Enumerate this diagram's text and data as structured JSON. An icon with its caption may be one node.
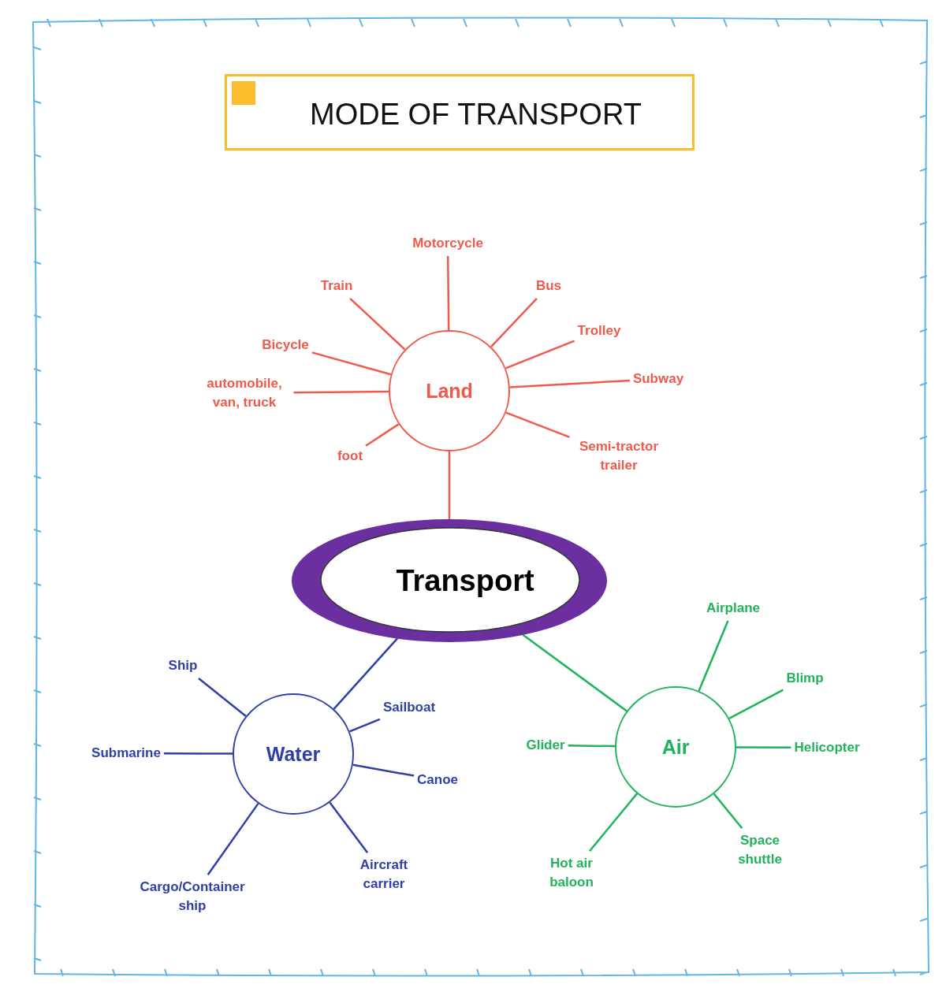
{
  "diagram": {
    "title": "MODE OF TRANSPORT",
    "nodes": [
      {
        "text": [
          "Transport"
        ]
      },
      {
        "text": [
          "Land"
        ]
      },
      {
        "text": [
          "Motorcycle"
        ]
      },
      {
        "text": [
          "Train"
        ]
      },
      {
        "text": [
          "Bus"
        ]
      },
      {
        "text": [
          "Bicycle"
        ]
      },
      {
        "text": [
          "Trolley"
        ]
      },
      {
        "text": [
          "automobile, van, truck"
        ]
      },
      {
        "text": [
          "Subway"
        ]
      },
      {
        "text": [
          "foot"
        ]
      },
      {
        "text": [
          "Semi-tractor trailer"
        ]
      },
      {
        "text": [
          "Water"
        ]
      },
      {
        "text": [
          "Ship"
        ]
      },
      {
        "text": [
          "Sailboat"
        ]
      },
      {
        "text": [
          "Submarine"
        ]
      },
      {
        "text": [
          "Canoe"
        ]
      },
      {
        "text": [
          "Aircraft carrier"
        ]
      },
      {
        "text": [
          "Cargo/Container ship"
        ]
      },
      {
        "text": [
          "Air"
        ]
      },
      {
        "text": [
          "Airplane"
        ]
      },
      {
        "text": [
          "Blimp"
        ]
      },
      {
        "text": [
          "Glider"
        ]
      },
      {
        "text": [
          "Helicopter"
        ]
      },
      {
        "text": [
          "Space shuttle"
        ]
      },
      {
        "text": [
          "Hot air baloon"
        ]
      }
    ],
    "edges": [
      {
        "from": 0,
        "to": 1,
        "arrow": "none"
      },
      {
        "from": 0,
        "to": 11,
        "arrow": "none",
        "color": "#2e3fa8"
      },
      {
        "from": 0,
        "to": 18,
        "arrow": "none",
        "color": "#1fb35a"
      },
      {
        "from": 1,
        "to": 2,
        "arrow": "none"
      },
      {
        "from": 1,
        "to": 3,
        "arrow": "none"
      },
      {
        "from": 1,
        "to": 4,
        "arrow": "none"
      },
      {
        "from": 1,
        "to": 5,
        "arrow": "none"
      },
      {
        "from": 1,
        "to": 6,
        "arrow": "none"
      },
      {
        "from": 1,
        "to": 7,
        "arrow": "none"
      },
      {
        "from": 1,
        "to": 8,
        "arrow": "none"
      },
      {
        "from": 1,
        "to": 9,
        "arrow": "none"
      },
      {
        "from": 1,
        "to": 10,
        "arrow": "none"
      },
      {
        "from": 11,
        "to": 12,
        "arrow": "none",
        "color": "#2e3fa8"
      },
      {
        "from": 11,
        "to": 13,
        "arrow": "none",
        "color": "#2e3fa8"
      },
      {
        "from": 11,
        "to": 14,
        "arrow": "none",
        "color": "#2e3fa8"
      },
      {
        "from": 11,
        "to": 15,
        "arrow": "none",
        "color": "#2e3fa8"
      },
      {
        "from": 11,
        "to": 16,
        "arrow": "none",
        "color": "#2e3fa8"
      },
      {
        "from": 11,
        "to": 17,
        "arrow": "none",
        "color": "#2e3fa8"
      },
      {
        "from": 18,
        "to": 19,
        "arrow": "none",
        "color": "#1fb35a"
      },
      {
        "from": 18,
        "to": 20,
        "arrow": "none",
        "color": "#1fb35a"
      },
      {
        "from": 18,
        "to": 21,
        "arrow": "none",
        "color": "#1fb35a"
      },
      {
        "from": 18,
        "to": 22,
        "arrow": "none",
        "color": "#1fb35a"
      },
      {
        "from": 18,
        "to": 23,
        "arrow": "none",
        "color": "#1fb35a"
      },
      {
        "from": 18,
        "to": 24,
        "arrow": "none",
        "color": "#1fb35a"
      }
    ]
  }
}
